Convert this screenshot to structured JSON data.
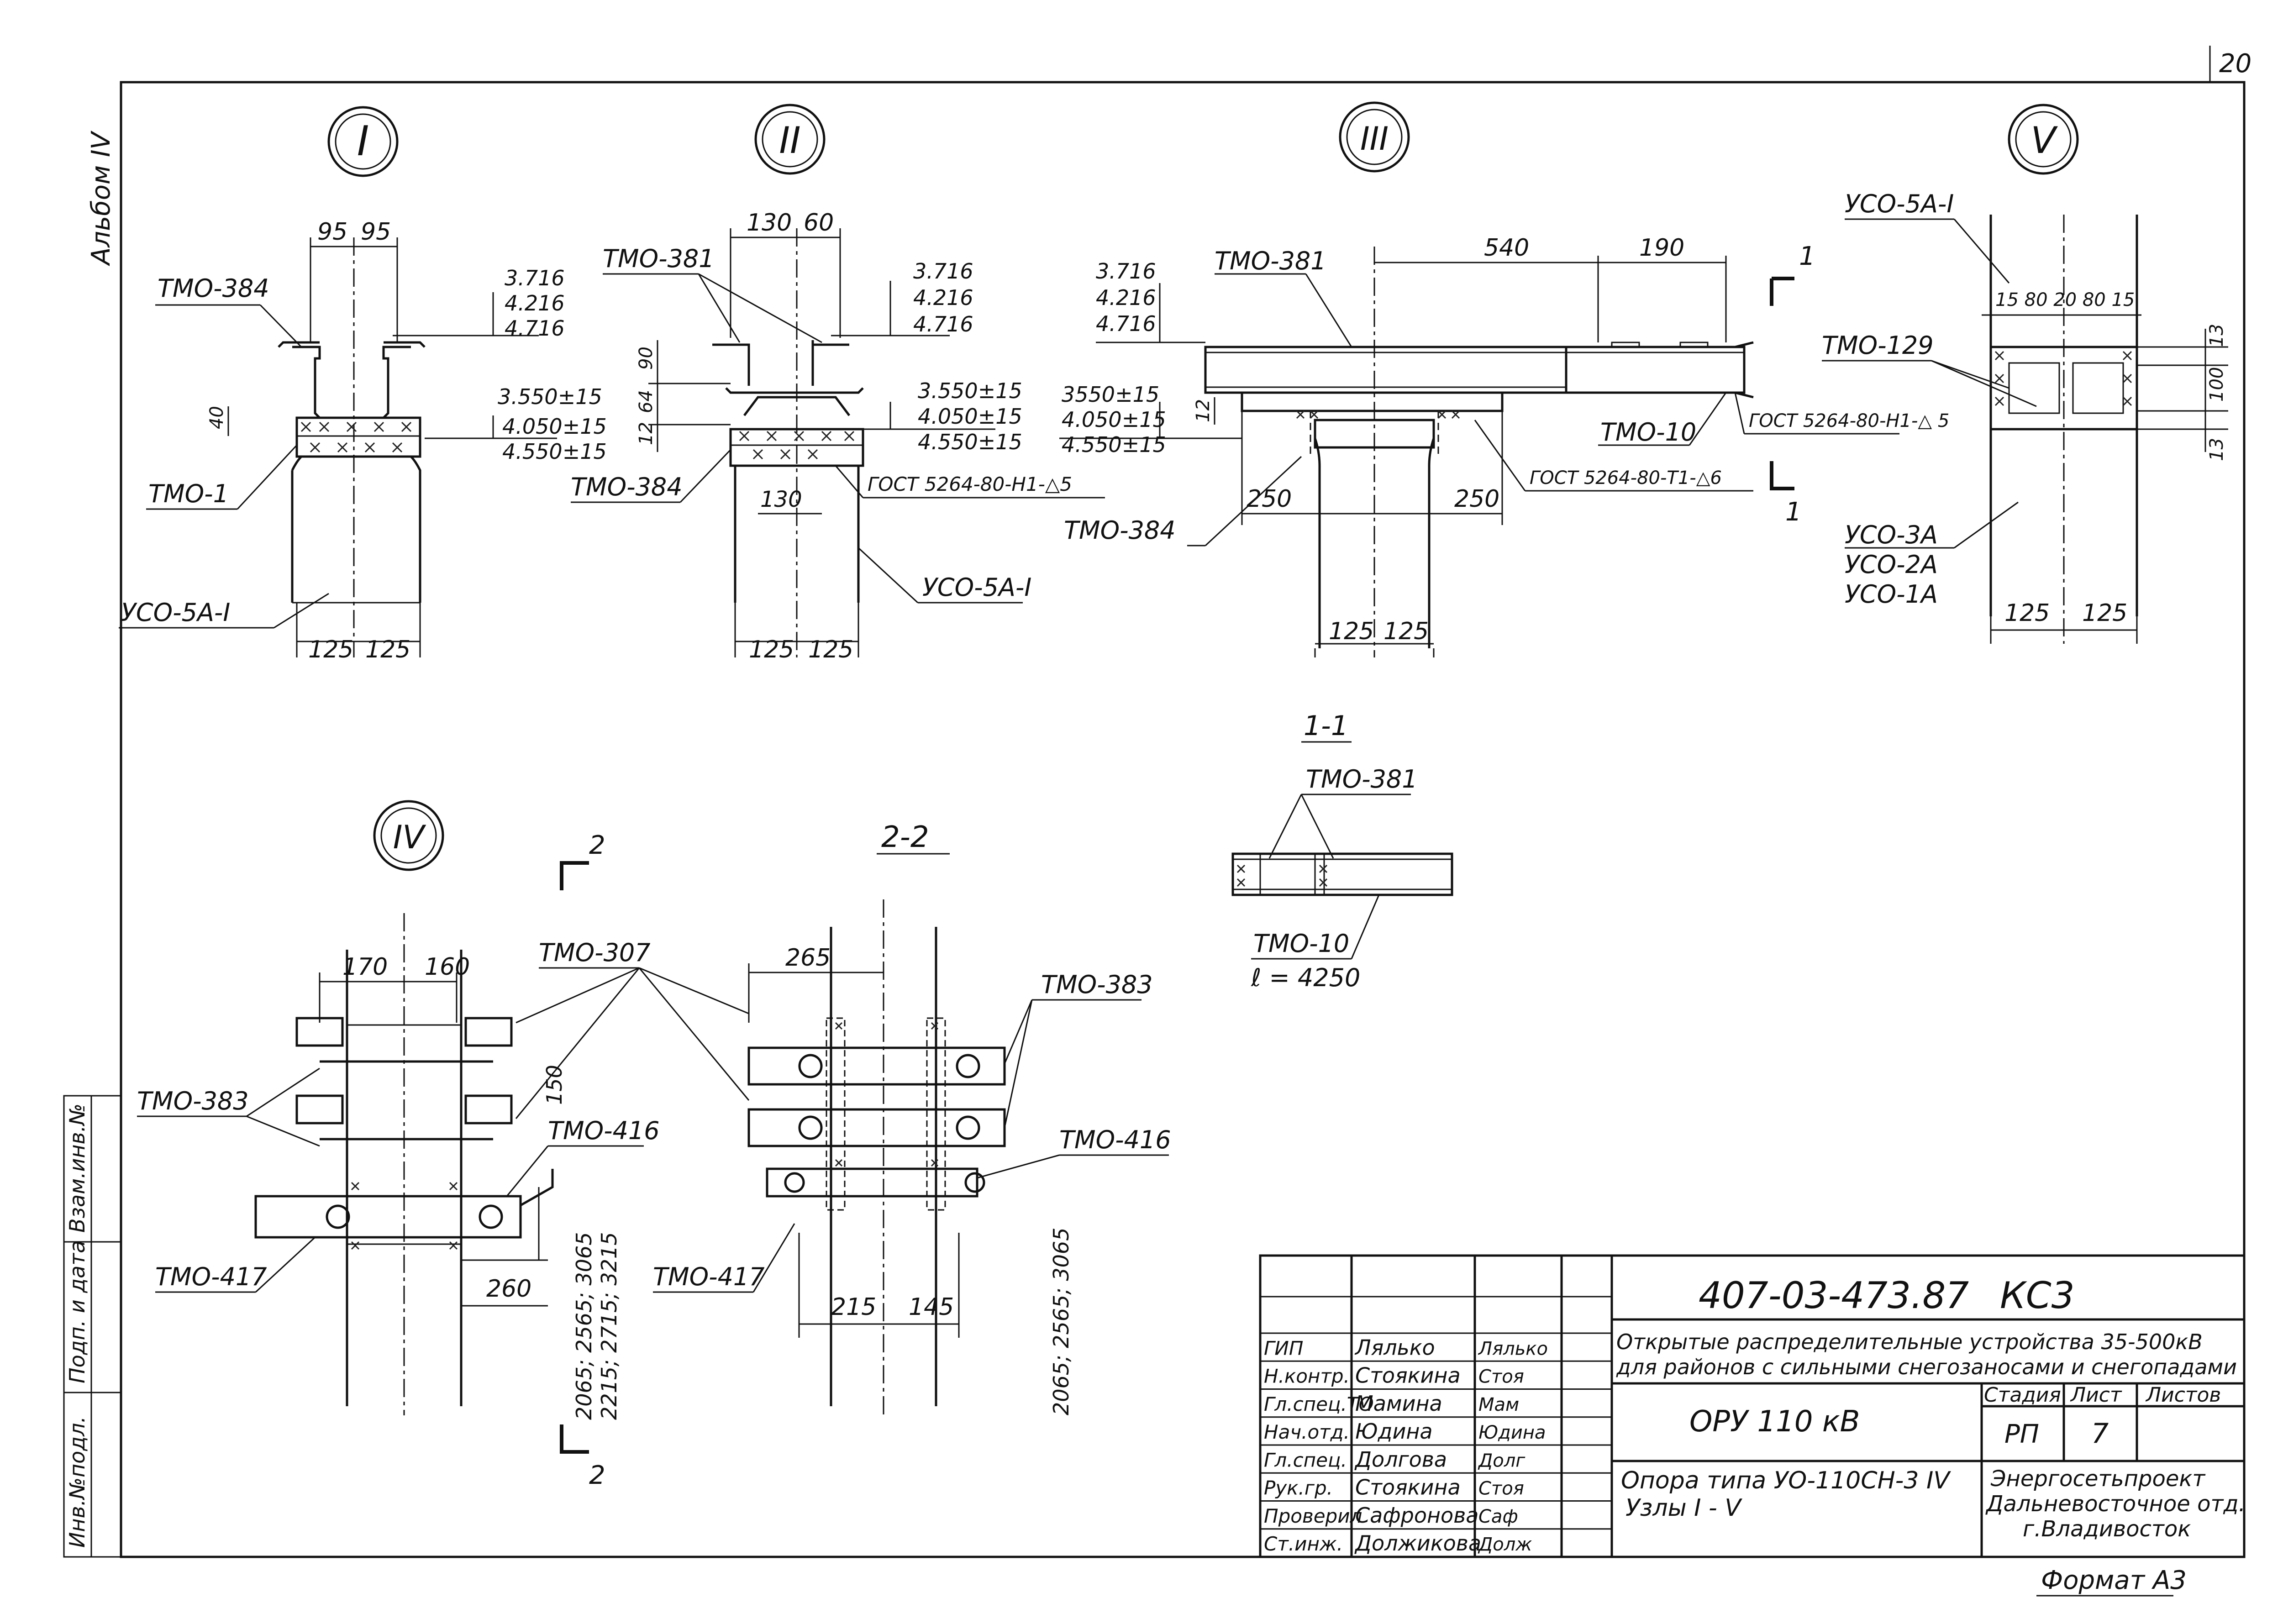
{
  "sheet": {
    "page_number": "20",
    "album": "Альбом IV",
    "format": "Формат А3"
  },
  "nodes": {
    "n1": "I",
    "n2": "II",
    "n3": "III",
    "n4": "IV",
    "n5": "V"
  },
  "detail1": {
    "dim_top_left": "95",
    "dim_top_right": "95",
    "lev1": "3.716",
    "lev2": "4.216",
    "lev3": "4.716",
    "h40": "40",
    "lev4": "3.550±15",
    "lev5": "4.050±15",
    "lev6": "4.550±15",
    "label_top": "ТМО-384",
    "label_mid": "ТМО-1",
    "label_post": "УСО-5А-I",
    "dim_bot_left": "125",
    "dim_bot_right": "125"
  },
  "detail2": {
    "dim_top_left": "130",
    "dim_top_right": "60",
    "label_top": "ТМО-381",
    "lev1": "3.716",
    "lev2": "4.216",
    "lev3": "4.716",
    "h90": "90",
    "h64": "64",
    "h12": "12",
    "lev4": "3.550±15",
    "lev5": "4.050±15",
    "lev6": "4.550±15",
    "label_mid": "ТМО-384",
    "dim130": "130",
    "weld": "ГОСТ 5264-80-Н1-△5",
    "label_post": "УСО-5А-I",
    "dim_bot_left": "125",
    "dim_bot_right": "125"
  },
  "detail3": {
    "lev1": "3.716",
    "lev2": "4.216",
    "lev3": "4.716",
    "label_top": "ТМО-381",
    "dim540": "540",
    "dim190": "190",
    "lev4": "3550±15",
    "lev5": "4.050±15",
    "lev6": "4.550±15",
    "h12": "12",
    "label_channel": "ТМО-10",
    "weld_gost_h1": "ГОСТ 5264-80-Н1-△ 5",
    "weld_gost_t1": "ГОСТ 5264-80-Т1-△6",
    "dim250_left": "250",
    "dim250_right": "250",
    "label_bottom": "ТМО-384",
    "dim_bot_left": "125",
    "dim_bot_right": "125",
    "sec_mark_top": "1",
    "sec_mark_bot": "1"
  },
  "detail5": {
    "label_top": "УСО-5А-I",
    "dims_row": "15  80  20  80 15",
    "label_mid": "ТМО-129",
    "h13_top": "13",
    "h100": "100",
    "h13_bot": "13",
    "label_post1": "УСО-3А",
    "label_post2": "УСО-2А",
    "label_post3": "УСО-1А",
    "dim_bot_left": "125",
    "dim_bot_right": "125"
  },
  "section11": {
    "title": "1-1",
    "label_top": "ТМО-381",
    "label_bot": "ТМО-10",
    "length": "ℓ = 4250"
  },
  "detail4": {
    "sec_mark_top": "2",
    "sec_mark_bot": "2",
    "dim170": "170",
    "dim160": "160",
    "label_307": "ТМО-307",
    "label_383": "ТМО-383",
    "label_416": "ТМО-416",
    "label_417": "ТМО-417",
    "dim150": "150",
    "dim260": "260",
    "vdim1": "2065; 2565; 3065",
    "vdim2": "2215; 2715; 3215"
  },
  "section22": {
    "title": "2-2",
    "dim265": "265",
    "label_383": "ТМО-383",
    "label_416": "ТМО-416",
    "label_417": "ТМО-417",
    "dim215": "215",
    "dim145": "145",
    "vdim": "2065; 2565; 3065"
  },
  "side_stamp": {
    "inv_orig": "Инв.№подл.",
    "sign_date": "Подп. и дата",
    "replace_inv": "Взам.инв.№"
  },
  "title_block": {
    "code": "407-03-473.87",
    "sheet_code": "КС3",
    "description_line1": "Открытые распределительные устройства 35-500кВ",
    "description_line2": "для районов с сильными снегозаносами и снегопадами",
    "object": "ОРУ 110 кВ",
    "stage_header": "Стадия",
    "sheet_header": "Лист",
    "sheets_header": "Листов",
    "stage": "РП",
    "sheet": "7",
    "sheets": "",
    "subject_line1": "Опора типа УО-110СН-3 IV",
    "subject_line2": "Узлы I - V",
    "org_line1": "Энергосетьпроект",
    "org_line2": "Дальневосточное отд.",
    "org_line3": "г.Владивосток",
    "staff": [
      {
        "role": "ГИП",
        "name": "Лялько",
        "sign": "Лялько"
      },
      {
        "role": "Н.контр.",
        "name": "Стоякина",
        "sign": "Стоя"
      },
      {
        "role": "Гл.спец.ТО",
        "name": "Мамина",
        "sign": "Мам"
      },
      {
        "role": "Нач.отд.",
        "name": "Юдина",
        "sign": "Юдина"
      },
      {
        "role": "Гл.спец.",
        "name": "Долгова",
        "sign": "Долг"
      },
      {
        "role": "Рук.гр.",
        "name": "Стоякина",
        "sign": "Стоя"
      },
      {
        "role": "Проверил",
        "name": "Сафронова",
        "sign": "Саф"
      },
      {
        "role": "Ст.инж.",
        "name": "Должикова",
        "sign": "Долж"
      }
    ]
  }
}
